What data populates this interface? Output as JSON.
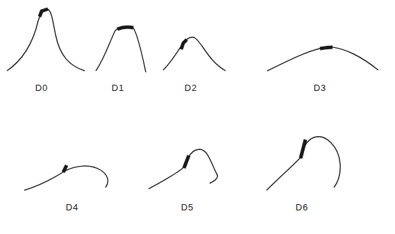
{
  "diagram": {
    "labels": [
      "D0",
      "D1",
      "D2",
      "D3",
      "D4",
      "D5",
      "D6"
    ]
  }
}
